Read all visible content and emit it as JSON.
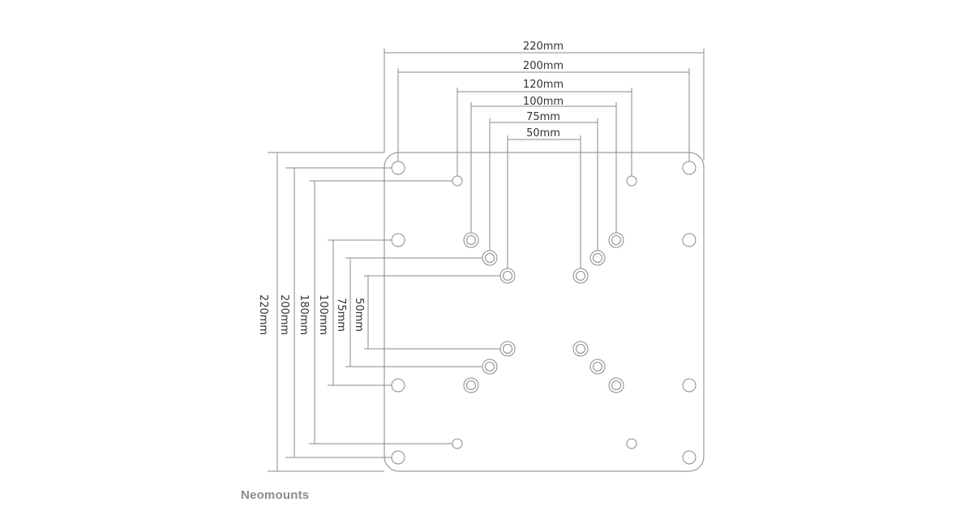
{
  "horizontal_dimensions": [
    "220mm",
    "200mm",
    "120mm",
    "100mm",
    "75mm",
    "50mm"
  ],
  "vertical_dimensions": [
    "220mm",
    "200mm",
    "180mm",
    "100mm",
    "75mm",
    "50mm"
  ],
  "brand": "Neomounts",
  "colors": {
    "line": "#8a8a8a",
    "text": "#333333",
    "brand": "#8c8c8c"
  }
}
